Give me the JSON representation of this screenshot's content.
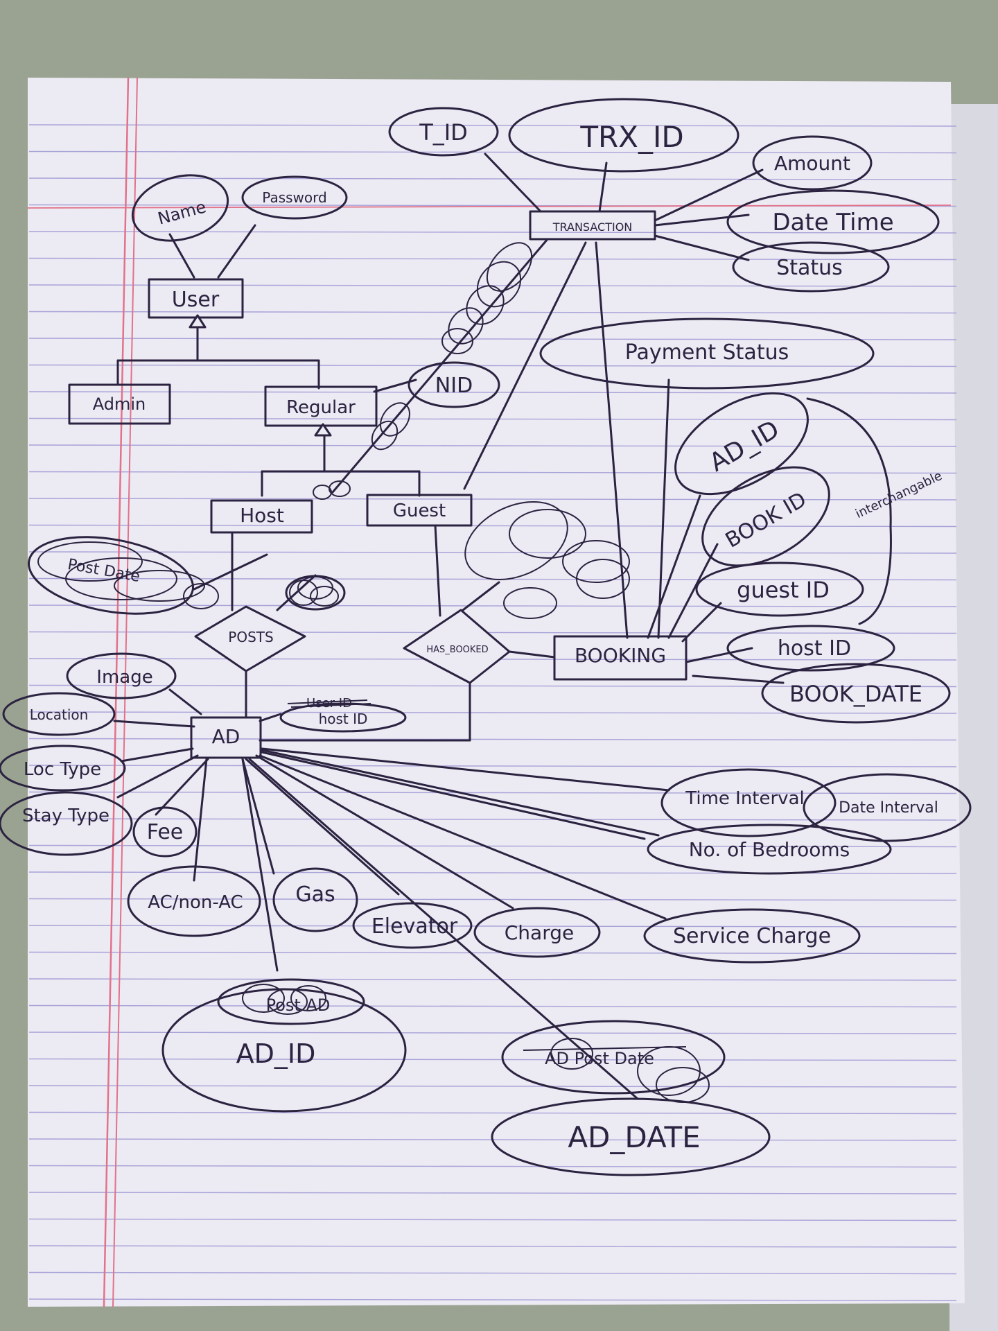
{
  "colors": {
    "paper": "#eceaf3",
    "rule": "#a8a3d8",
    "margin": "#e2728a",
    "ink": "#2b2340",
    "background": "#9aa392"
  },
  "entities": {
    "user": "User",
    "admin": "Admin",
    "regular": "Regular",
    "host": "Host",
    "guest": "Guest",
    "transaction": "TRANSACTION",
    "booking": "BOOKING",
    "ad": "AD"
  },
  "relationships": {
    "posts": "POSTS",
    "has_booked": "HAS_BOOKED"
  },
  "attributes": {
    "name": "Name",
    "password": "Password",
    "nid": "NID",
    "t_id": "T_ID",
    "trx_id": "TRX_ID",
    "amount": "Amount",
    "date_time": "Date Time",
    "status": "Status",
    "payment_status": "Payment Status",
    "ad_id_booking": "AD_ID",
    "book_id": "BOOK ID",
    "guest_id": "guest ID",
    "host_id": "host ID",
    "book_date": "BOOK_DATE",
    "post_date": "Post Date",
    "image": "Image",
    "location": "Location",
    "loc_type": "Loc Type",
    "stay_type": "Stay Type",
    "fee": "Fee",
    "ac_non_ac": "AC/non-AC",
    "gas": "Gas",
    "elevator": "Elevator",
    "charge": "Charge",
    "service_charge": "Service Charge",
    "time_interval": "Time Interval",
    "date_interval": "Date Interval",
    "no_of_bedrooms": "No. of Bedrooms",
    "ad_host_id": "host ID",
    "ad_user_id_struck": "User ID",
    "ad_id": "AD_ID",
    "ad_id_struck": "Post AD",
    "ad_date": "AD_DATE",
    "ad_date_struck": "AD Post Date"
  },
  "notes": {
    "interchangeable": "interchangable"
  }
}
